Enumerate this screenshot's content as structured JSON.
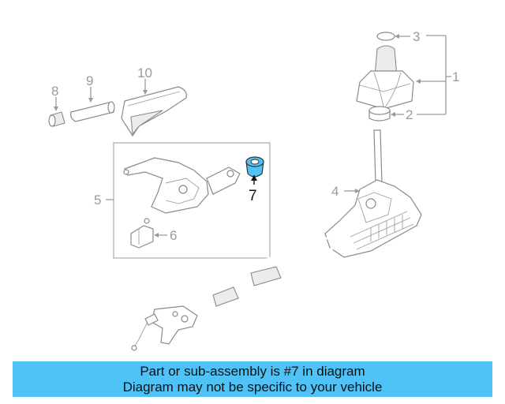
{
  "callouts": {
    "c1": "1",
    "c2": "2",
    "c3": "3",
    "c4": "4",
    "c5": "5",
    "c6": "6",
    "c7": "7",
    "c8": "8",
    "c9": "9",
    "c10": "10"
  },
  "highlight_color": "#4fc3f7",
  "banner": {
    "line1": "Part or sub-assembly is #7 in diagram",
    "line2": "Diagram may not be specific to your vehicle"
  }
}
